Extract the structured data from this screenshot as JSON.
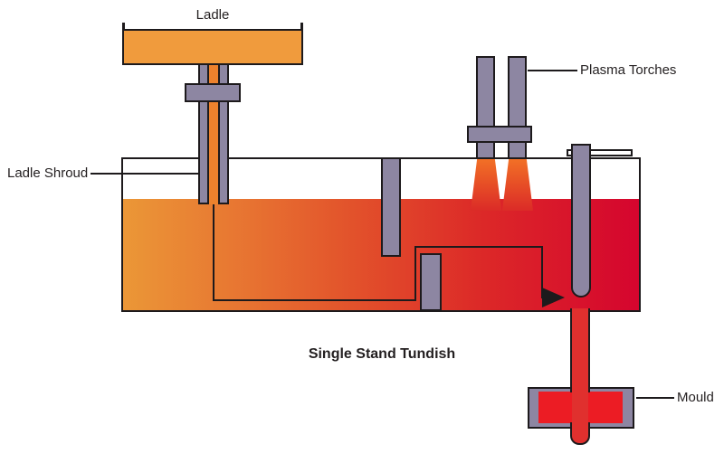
{
  "title": "Single Stand Tundish",
  "labels": {
    "ladle": "Ladle",
    "ladle_shroud": "Ladle Shroud",
    "plasma_torches": "Plasma Torches",
    "mould": "Mould"
  },
  "colors": {
    "background": "#FFFFFF",
    "outline": "#1D1A1C",
    "ladle-orange": "#F09B3D",
    "channel-orange": "#ED822D",
    "metal-gray": "#8D86A2",
    "liquid-left": "#EB9737",
    "liquid-right": "#D5052E",
    "flame-top": "#F27026",
    "flame-bottom": "#DB2B27",
    "stream-red": "#E0302E",
    "mould-red": "#EC1C24"
  }
}
